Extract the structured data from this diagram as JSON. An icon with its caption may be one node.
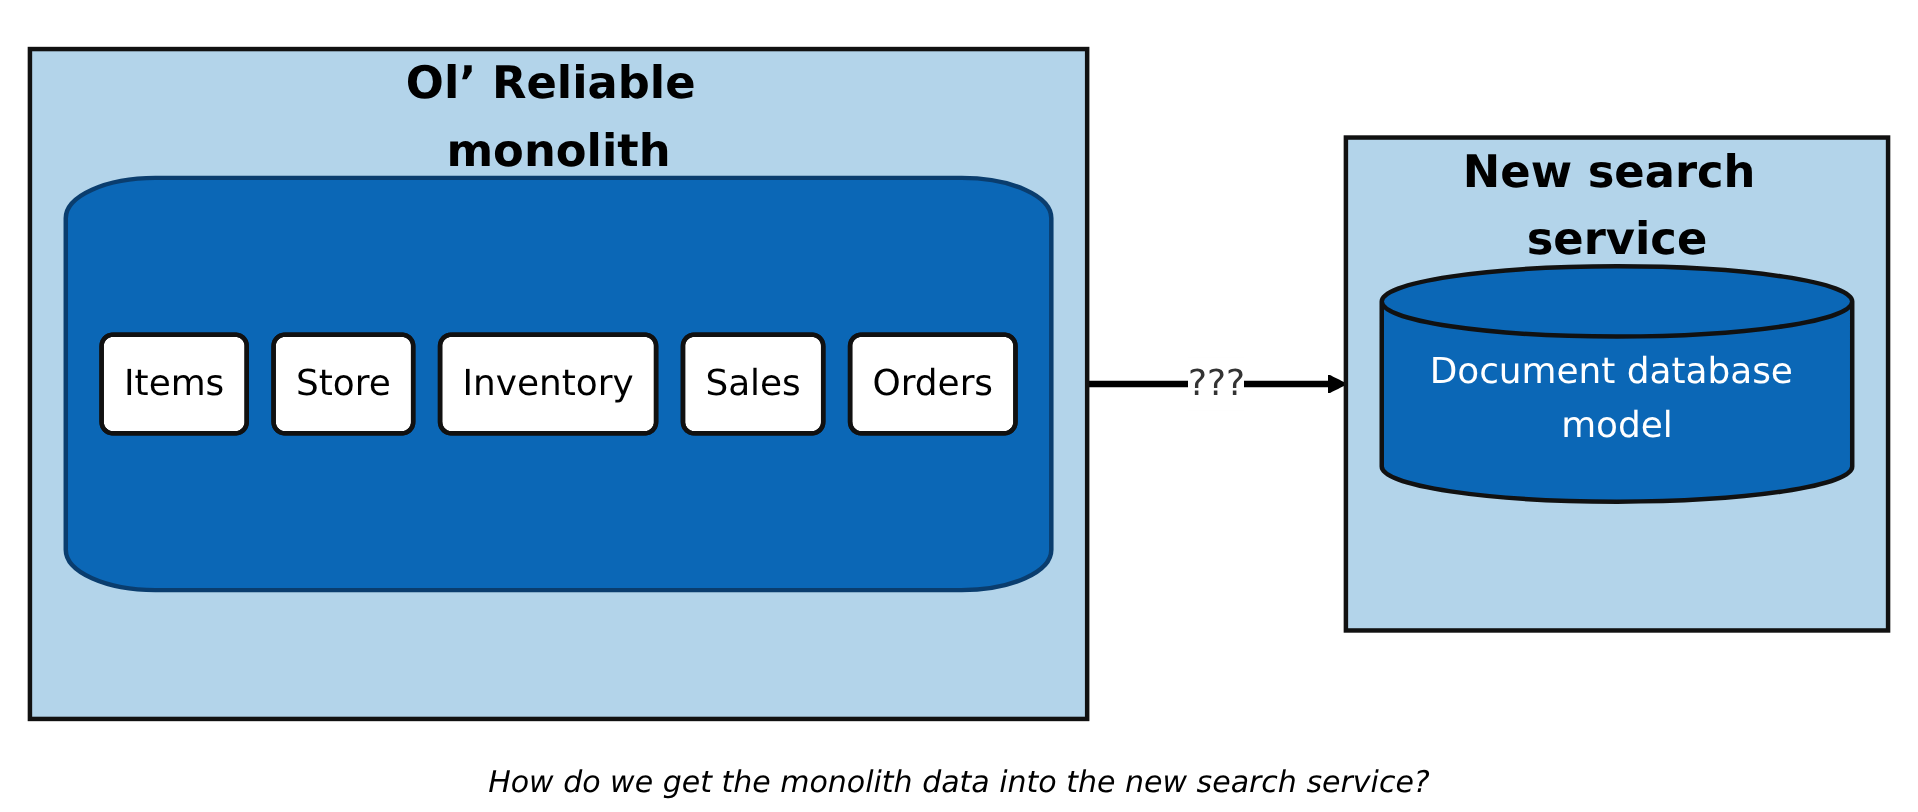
{
  "diagram": {
    "nodes": [
      {
        "text": [
          "Ol’ Reliable monolith"
        ]
      },
      {
        "text": [],
        "shape": "cylinder",
        "in": 0
      },
      {
        "text": [
          "Items"
        ],
        "in": 1
      },
      {
        "text": [
          "Store"
        ],
        "in": 1
      },
      {
        "text": [
          "Inventory"
        ],
        "in": 1
      },
      {
        "text": [
          "Sales"
        ],
        "in": 1
      },
      {
        "text": [
          "Orders"
        ],
        "in": 1
      },
      {
        "text": [
          "New search service"
        ]
      },
      {
        "text": [
          "Document database model"
        ],
        "in": 7
      }
    ],
    "edges": [
      {
        "from": 0,
        "to": 7,
        "arrow": "to",
        "label": "???"
      }
    ],
    "labels": [
      "How do we get the monolith data into the new search service?"
    ]
  }
}
